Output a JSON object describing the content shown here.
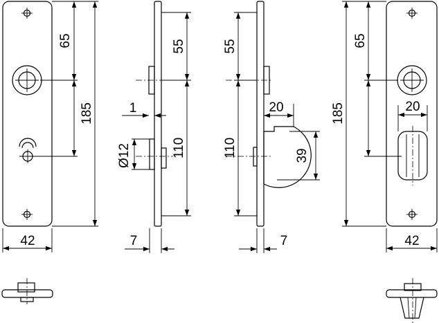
{
  "dimensions": {
    "front_left": {
      "upper": "65",
      "overall": "185",
      "width": "42"
    },
    "side_left": {
      "upper": "55",
      "lower": "110",
      "wall": "1",
      "diameter": "Ø12",
      "depth": "7"
    },
    "side_right": {
      "upper": "55",
      "lower": "110",
      "projection": "20",
      "height": "39",
      "depth": "7"
    },
    "front_right": {
      "upper": "65",
      "overall": "185",
      "knob": "20",
      "width": "42"
    }
  }
}
